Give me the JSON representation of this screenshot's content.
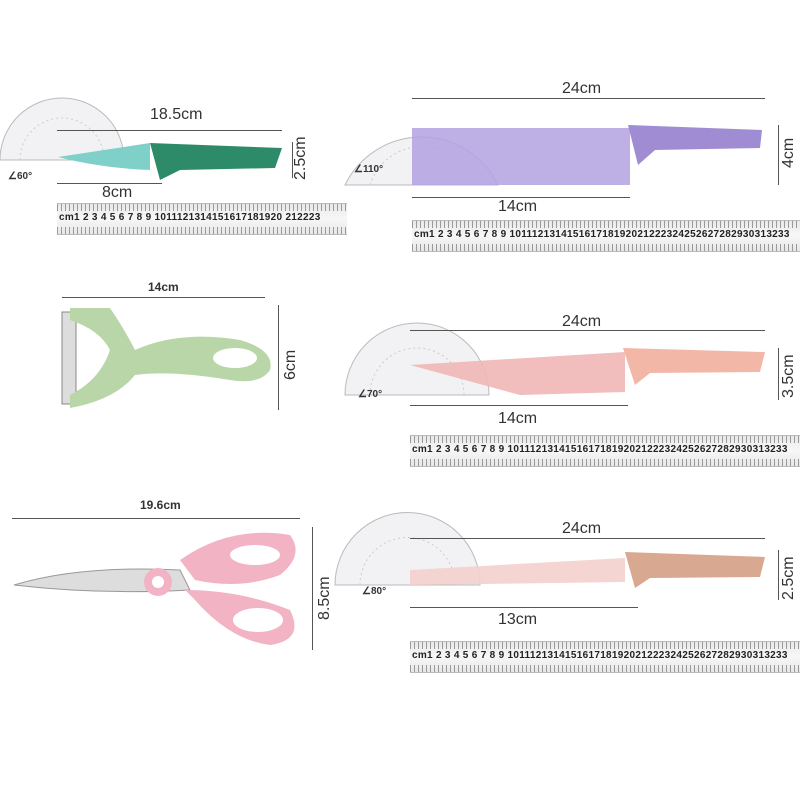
{
  "paring_knife": {
    "length": "18.5cm",
    "height": "2.5cm",
    "blade": "8cm",
    "angle": "∠60°",
    "ruler": "cm1 2 3 4 5 6 7 8 9 1011121314151617181920 212223"
  },
  "chef_knife": {
    "length": "24cm",
    "height": "4cm",
    "blade": "14cm",
    "angle": "∠110°",
    "ruler": "cm1 2 3 4 5 6 7 8 9 101112131415161718192021222324252627282930313233"
  },
  "peeler": {
    "length": "14cm",
    "height": "6cm"
  },
  "slicing_knife": {
    "length": "24cm",
    "height": "3.5cm",
    "blade": "14cm",
    "angle": "∠70°",
    "ruler": "cm1 2 3 4 5 6 7 8 9 101112131415161718192021222324252627282930313233"
  },
  "scissors": {
    "length": "19.6cm",
    "height": "8.5cm"
  },
  "bread_knife": {
    "length": "24cm",
    "height": "2.5cm",
    "blade": "13cm",
    "angle": "∠80°",
    "ruler": "cm1 2 3 4 5 6 7 8 9 101112131415161718192021222324252627282930313233"
  },
  "colors": {
    "green": "#2e8b6a",
    "teal": "#7fd0c8",
    "purple": "#a994d8",
    "pink": "#f0b6b6",
    "peach": "#f3d0cc",
    "sage": "#b9d6a8",
    "scissor_pink": "#f2b4c4"
  }
}
